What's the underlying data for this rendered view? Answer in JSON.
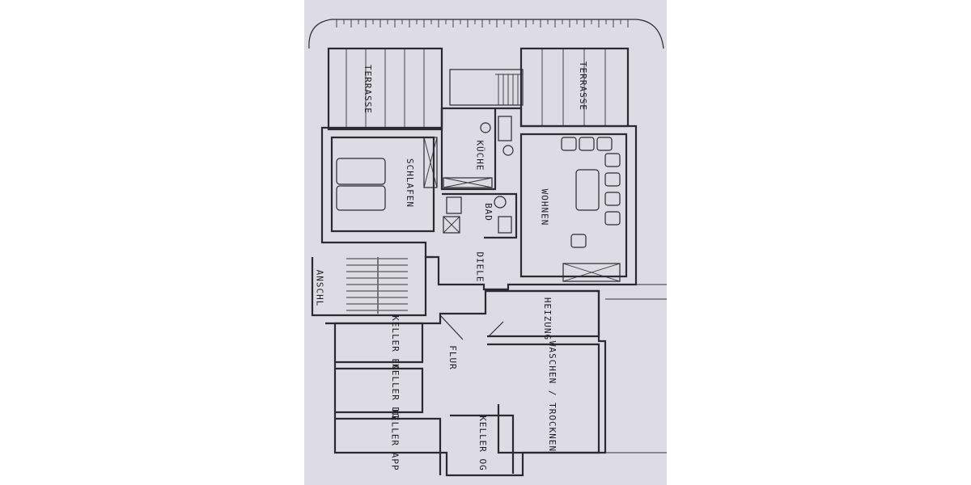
{
  "rooms": {
    "terrasse_left": "TERRASSE",
    "terrasse_right": "TERRASSE",
    "schlafen": "SCHLAFEN",
    "kueche": "KÜCHE",
    "bad": "BAD",
    "wohnen": "WOHNEN",
    "diele": "DIELE",
    "anschl": "ANSCHL",
    "heizung": "HEIZUNG",
    "flur": "FLUR",
    "keller_eg": "KELLER EG",
    "keller_dg": "KELLER DG",
    "keller_app": "KELLER APP",
    "keller_og": "KELLER OG",
    "waschen": "WASCHEN / TROCKNEN"
  }
}
